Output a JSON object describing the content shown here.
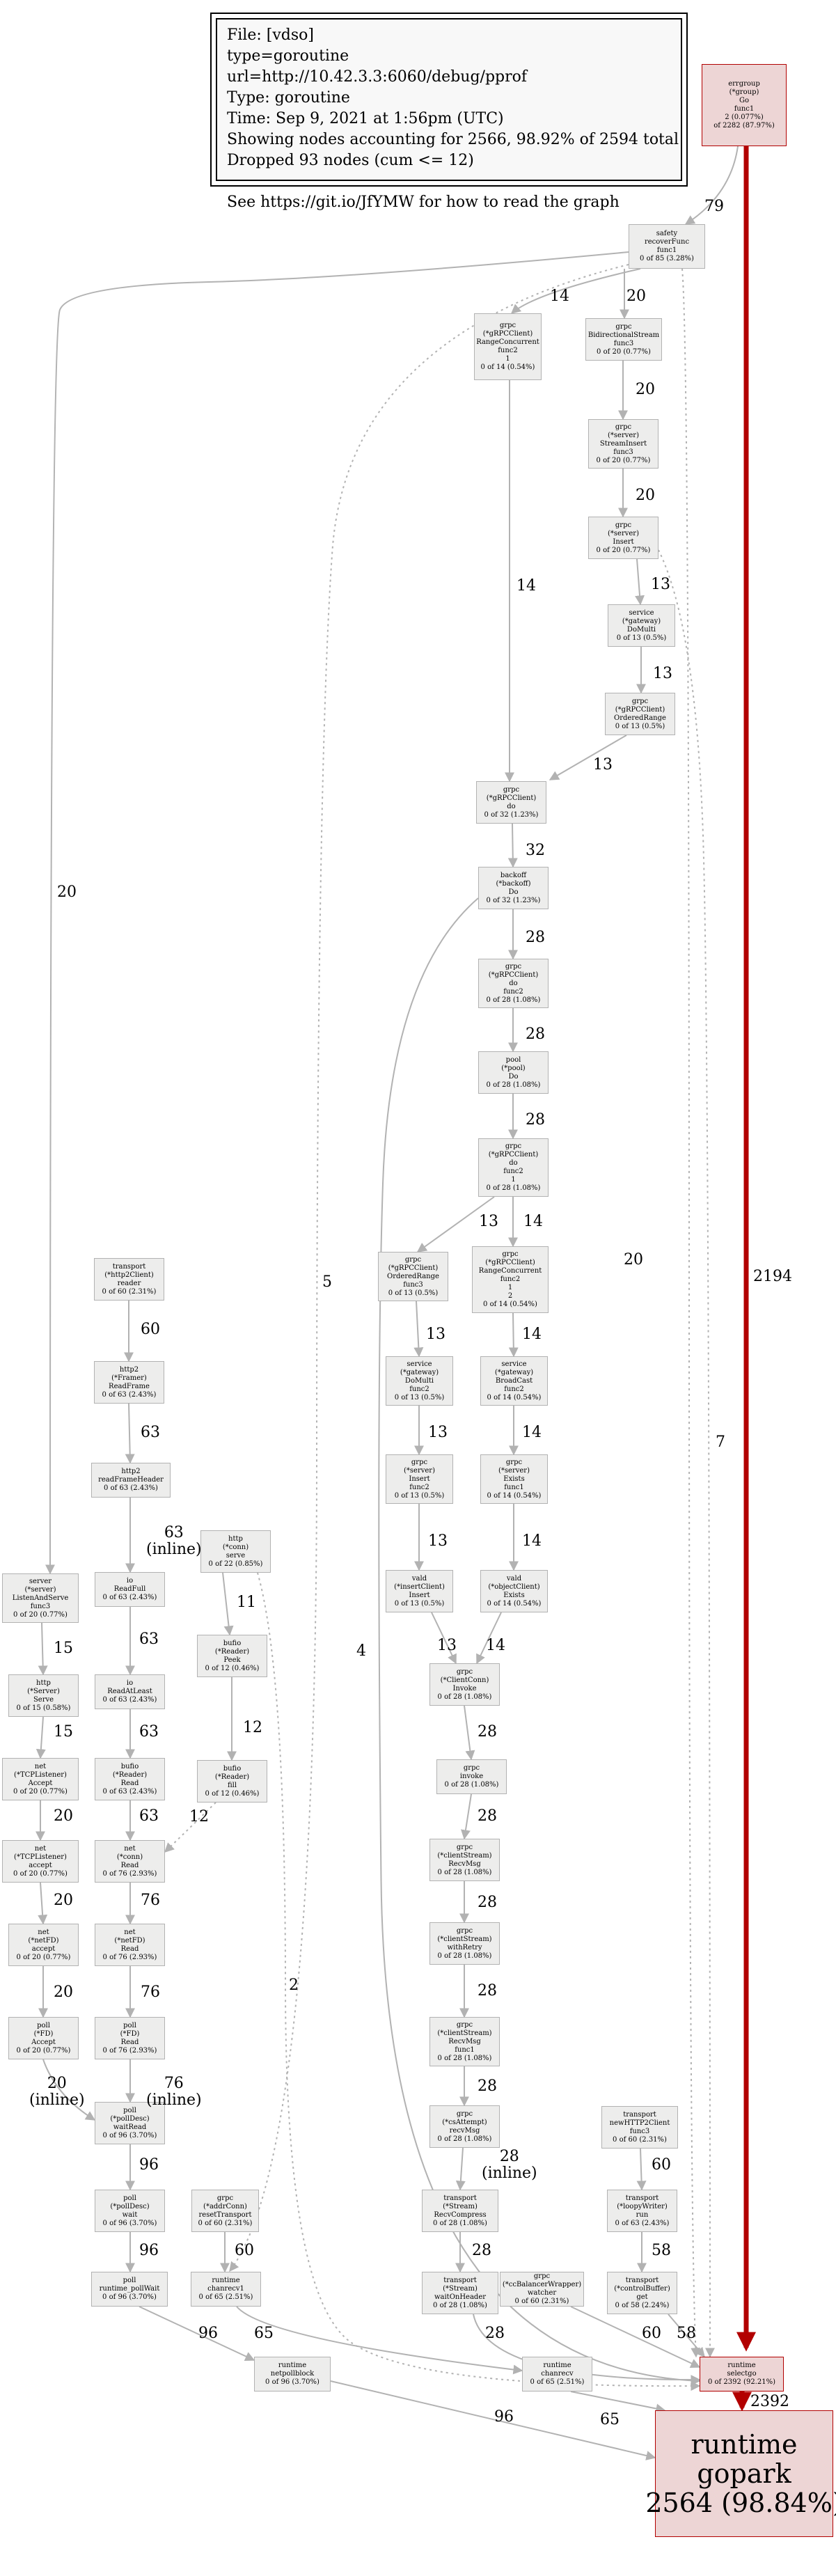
{
  "legend": {
    "lines": [
      "File: [vdso]",
      "type=goroutine",
      "url=http://10.42.3.3:6060/debug/pprof",
      "Type: goroutine",
      "Time: Sep 9, 2021 at 1:56pm (UTC)",
      "Showing nodes accounting for 2566, 98.92% of 2594 total",
      "Dropped 93 nodes (cum <= 12)",
      "",
      "See https://git.io/JfYMW for how to read the graph"
    ]
  },
  "colors": {
    "hot": "#b20000",
    "edge": "#b2b2b2",
    "node_fill": "#ededec",
    "hot_fill": "#edd5d5"
  },
  "nodes": [
    {
      "id": "errgroup",
      "lines": [
        "errgroup",
        "(*group)",
        "Go",
        "func1",
        "2 (0.077%)",
        "of 2282 (87.97%)"
      ],
      "hot": true
    },
    {
      "id": "safety",
      "lines": [
        "safety",
        "recoverFunc",
        "func1",
        "0 of 85 (3.28%)"
      ]
    },
    {
      "id": "grpc_rc_f2_1",
      "lines": [
        "grpc",
        "(*gRPCClient)",
        "RangeConcurrent",
        "func2",
        "1",
        "0 of 14 (0.54%)"
      ]
    },
    {
      "id": "grpc_bsf3",
      "lines": [
        "grpc",
        "BidirectionalStream",
        "func3",
        "0 of 20 (0.77%)"
      ]
    },
    {
      "id": "grpc_si_f3",
      "lines": [
        "grpc",
        "(*server)",
        "StreamInsert",
        "func3",
        "0 of 20 (0.77%)"
      ]
    },
    {
      "id": "grpc_insert",
      "lines": [
        "grpc",
        "(*server)",
        "Insert",
        "0 of 20 (0.77%)"
      ]
    },
    {
      "id": "svc_domulti1",
      "lines": [
        "service",
        "(*gateway)",
        "DoMulti",
        "0 of 13 (0.5%)"
      ]
    },
    {
      "id": "grpc_ordrange1",
      "lines": [
        "grpc",
        "(*gRPCClient)",
        "OrderedRange",
        "0 of 13 (0.5%)"
      ]
    },
    {
      "id": "grpc_do",
      "lines": [
        "grpc",
        "(*gRPCClient)",
        "do",
        "0 of 32 (1.23%)"
      ]
    },
    {
      "id": "backoff",
      "lines": [
        "backoff",
        "(*backoff)",
        "Do",
        "0 of 32 (1.23%)"
      ]
    },
    {
      "id": "grpc_do_f2",
      "lines": [
        "grpc",
        "(*gRPCClient)",
        "do",
        "func2",
        "0 of 28 (1.08%)"
      ]
    },
    {
      "id": "pool_do",
      "lines": [
        "pool",
        "(*pool)",
        "Do",
        "0 of 28 (1.08%)"
      ]
    },
    {
      "id": "grpc_do_f2_1",
      "lines": [
        "grpc",
        "(*gRPCClient)",
        "do",
        "func2",
        "1",
        "0 of 28 (1.08%)"
      ]
    },
    {
      "id": "grpc_ordrange_f3",
      "lines": [
        "grpc",
        "(*gRPCClient)",
        "OrderedRange",
        "func3",
        "0 of 13 (0.5%)"
      ]
    },
    {
      "id": "grpc_rc_f2_1_2",
      "lines": [
        "grpc",
        "(*gRPCClient)",
        "RangeConcurrent",
        "func2",
        "1",
        "2",
        "0 of 14 (0.54%)"
      ]
    },
    {
      "id": "svc_domulti_f2",
      "lines": [
        "service",
        "(*gateway)",
        "DoMulti",
        "func2",
        "0 of 13 (0.5%)"
      ]
    },
    {
      "id": "svc_broadcast",
      "lines": [
        "service",
        "(*gateway)",
        "BroadCast",
        "func2",
        "0 of 14 (0.54%)"
      ]
    },
    {
      "id": "grpc_insert_f2",
      "lines": [
        "grpc",
        "(*server)",
        "Insert",
        "func2",
        "0 of 13 (0.5%)"
      ]
    },
    {
      "id": "grpc_exists",
      "lines": [
        "grpc",
        "(*server)",
        "Exists",
        "func1",
        "0 of 14 (0.54%)"
      ]
    },
    {
      "id": "vald_insert",
      "lines": [
        "vald",
        "(*insertClient)",
        "Insert",
        "0 of 13 (0.5%)"
      ]
    },
    {
      "id": "vald_exists",
      "lines": [
        "vald",
        "(*objectClient)",
        "Exists",
        "0 of 14 (0.54%)"
      ]
    },
    {
      "id": "grpc_invoke_cc",
      "lines": [
        "grpc",
        "(*ClientConn)",
        "Invoke",
        "0 of 28 (1.08%)"
      ]
    },
    {
      "id": "grpc_invoke",
      "lines": [
        "grpc",
        "invoke",
        "0 of 28 (1.08%)"
      ]
    },
    {
      "id": "grpc_recvmsg",
      "lines": [
        "grpc",
        "(*clientStream)",
        "RecvMsg",
        "0 of 28 (1.08%)"
      ]
    },
    {
      "id": "grpc_withretry",
      "lines": [
        "grpc",
        "(*clientStream)",
        "withRetry",
        "0 of 28 (1.08%)"
      ]
    },
    {
      "id": "grpc_recvmsg_f1",
      "lines": [
        "grpc",
        "(*clientStream)",
        "RecvMsg",
        "func1",
        "0 of 28 (1.08%)"
      ]
    },
    {
      "id": "grpc_csattempt",
      "lines": [
        "grpc",
        "(*csAttempt)",
        "recvMsg",
        "0 of 28 (1.08%)"
      ]
    },
    {
      "id": "transport_recvcompress",
      "lines": [
        "transport",
        "(*Stream)",
        "RecvCompress",
        "0 of 28 (1.08%)"
      ]
    },
    {
      "id": "transport_waitonheader",
      "lines": [
        "transport",
        "(*Stream)",
        "waitOnHeader",
        "0 of 28 (1.08%)"
      ]
    },
    {
      "id": "transport_reader",
      "lines": [
        "transport",
        "(*http2Client)",
        "reader",
        "0 of 60 (2.31%)"
      ]
    },
    {
      "id": "http2_readframe",
      "lines": [
        "http2",
        "(*Framer)",
        "ReadFrame",
        "0 of 63 (2.43%)"
      ]
    },
    {
      "id": "http2_readframeheader",
      "lines": [
        "http2",
        "readFrameHeader",
        "0 of 63 (2.43%)"
      ]
    },
    {
      "id": "io_readfull",
      "lines": [
        "io",
        "ReadFull",
        "0 of 63 (2.43%)"
      ]
    },
    {
      "id": "io_readatleast",
      "lines": [
        "io",
        "ReadAtLeast",
        "0 of 63 (2.43%)"
      ]
    },
    {
      "id": "bufio_read",
      "lines": [
        "bufio",
        "(*Reader)",
        "Read",
        "0 of 63 (2.43%)"
      ]
    },
    {
      "id": "http_conn_serve",
      "lines": [
        "http",
        "(*conn)",
        "serve",
        "0 of 22 (0.85%)"
      ]
    },
    {
      "id": "bufio_peek",
      "lines": [
        "bufio",
        "(*Reader)",
        "Peek",
        "0 of 12 (0.46%)"
      ]
    },
    {
      "id": "bufio_fill",
      "lines": [
        "bufio",
        "(*Reader)",
        "fill",
        "0 of 12 (0.46%)"
      ]
    },
    {
      "id": "server_listenandserve",
      "lines": [
        "server",
        "(*server)",
        "ListenAndServe",
        "func3",
        "0 of 20 (0.77%)"
      ]
    },
    {
      "id": "http_serve",
      "lines": [
        "http",
        "(*Server)",
        "Serve",
        "0 of 15 (0.58%)"
      ]
    },
    {
      "id": "net_tcp_accept",
      "lines": [
        "net",
        "(*TCPListener)",
        "Accept",
        "0 of 20 (0.77%)"
      ]
    },
    {
      "id": "net_tcp_accept2",
      "lines": [
        "net",
        "(*TCPListener)",
        "accept",
        "0 of 20 (0.77%)"
      ]
    },
    {
      "id": "net_netfd_accept",
      "lines": [
        "net",
        "(*netFD)",
        "accept",
        "0 of 20 (0.77%)"
      ]
    },
    {
      "id": "poll_fd_accept",
      "lines": [
        "poll",
        "(*FD)",
        "Accept",
        "0 of 20 (0.77%)"
      ]
    },
    {
      "id": "net_conn_read",
      "lines": [
        "net",
        "(*conn)",
        "Read",
        "0 of 76 (2.93%)"
      ]
    },
    {
      "id": "net_netfd_read",
      "lines": [
        "net",
        "(*netFD)",
        "Read",
        "0 of 76 (2.93%)"
      ]
    },
    {
      "id": "poll_fd_read",
      "lines": [
        "poll",
        "(*FD)",
        "Read",
        "0 of 76 (2.93%)"
      ]
    },
    {
      "id": "poll_waitread",
      "lines": [
        "poll",
        "(*pollDesc)",
        "waitRead",
        "0 of 96 (3.70%)"
      ]
    },
    {
      "id": "poll_wait",
      "lines": [
        "poll",
        "(*pollDesc)",
        "wait",
        "0 of 96 (3.70%)"
      ]
    },
    {
      "id": "poll_runtime_pollwait",
      "lines": [
        "poll",
        "runtime_pollWait",
        "0 of 96 (3.70%)"
      ]
    },
    {
      "id": "grpc_resettransport",
      "lines": [
        "grpc",
        "(*addrConn)",
        "resetTransport",
        "0 of 60 (2.31%)"
      ]
    },
    {
      "id": "runtime_chanrecv1",
      "lines": [
        "runtime",
        "chanrecv1",
        "0 of 65 (2.51%)"
      ]
    },
    {
      "id": "runtime_netpollblock",
      "lines": [
        "runtime",
        "netpollblock",
        "0 of 96 (3.70%)"
      ]
    },
    {
      "id": "runtime_chanrecv",
      "lines": [
        "runtime",
        "chanrecv",
        "0 of 65 (2.51%)"
      ]
    },
    {
      "id": "transport_newhttp2client",
      "lines": [
        "transport",
        "newHTTP2Client",
        "func3",
        "0 of 60 (2.31%)"
      ]
    },
    {
      "id": "transport_loopywriter",
      "lines": [
        "transport",
        "(*loopyWriter)",
        "run",
        "0 of 63 (2.43%)"
      ]
    },
    {
      "id": "grpc_ccbw_watcher",
      "lines": [
        "grpc",
        "(*ccBalancerWrapper)",
        "watcher",
        "0 of 60 (2.31%)"
      ]
    },
    {
      "id": "transport_controlbuffer",
      "lines": [
        "transport",
        "(*controlBuffer)",
        "get",
        "0 of 58 (2.24%)"
      ]
    },
    {
      "id": "runtime_selectgo",
      "lines": [
        "runtime",
        "selectgo",
        "0 of 2392 (92.21%)"
      ],
      "hot": true
    },
    {
      "id": "runtime_gopark",
      "lines": [
        "runtime",
        "gopark",
        "2564 (98.84%)"
      ],
      "big": true
    }
  ],
  "edges": [
    {
      "from": "errgroup",
      "to": "safety",
      "label": "79"
    },
    {
      "from": "errgroup",
      "to": "runtime_selectgo",
      "label": "2194",
      "hot": true
    },
    {
      "from": "safety",
      "to": "grpc_rc_f2_1",
      "label": "14"
    },
    {
      "from": "safety",
      "to": "grpc_bsf3",
      "label": "20"
    },
    {
      "from": "safety",
      "to": "server_listenandserve",
      "label": "20"
    },
    {
      "from": "safety",
      "to": "runtime_chanrecv1",
      "label": "5",
      "dotted": true
    },
    {
      "from": "safety",
      "to": "runtime_selectgo",
      "label": "20",
      "dotted": true
    },
    {
      "from": "grpc_bsf3",
      "to": "grpc_si_f3",
      "label": "20"
    },
    {
      "from": "grpc_si_f3",
      "to": "grpc_insert",
      "label": "20"
    },
    {
      "from": "grpc_insert",
      "to": "svc_domulti1",
      "label": "13"
    },
    {
      "from": "grpc_insert",
      "to": "runtime_selectgo",
      "label": "7",
      "dotted": true
    },
    {
      "from": "svc_domulti1",
      "to": "grpc_ordrange1",
      "label": "13"
    },
    {
      "from": "grpc_ordrange1",
      "to": "grpc_do",
      "label": "13"
    },
    {
      "from": "grpc_rc_f2_1",
      "to": "grpc_do",
      "label": "14"
    },
    {
      "from": "grpc_do",
      "to": "backoff",
      "label": "32"
    },
    {
      "from": "backoff",
      "to": "grpc_do_f2",
      "label": "28"
    },
    {
      "from": "backoff",
      "to": "runtime_selectgo",
      "label": "4"
    },
    {
      "from": "grpc_do_f2",
      "to": "pool_do",
      "label": "28"
    },
    {
      "from": "pool_do",
      "to": "grpc_do_f2_1",
      "label": "28"
    },
    {
      "from": "grpc_do_f2_1",
      "to": "grpc_ordrange_f3",
      "label": "13"
    },
    {
      "from": "grpc_do_f2_1",
      "to": "grpc_rc_f2_1_2",
      "label": "14"
    },
    {
      "from": "grpc_ordrange_f3",
      "to": "svc_domulti_f2",
      "label": "13"
    },
    {
      "from": "grpc_rc_f2_1_2",
      "to": "svc_broadcast",
      "label": "14"
    },
    {
      "from": "svc_domulti_f2",
      "to": "grpc_insert_f2",
      "label": "13"
    },
    {
      "from": "svc_broadcast",
      "to": "grpc_exists",
      "label": "14"
    },
    {
      "from": "grpc_insert_f2",
      "to": "vald_insert",
      "label": "13"
    },
    {
      "from": "grpc_exists",
      "to": "vald_exists",
      "label": "14"
    },
    {
      "from": "vald_insert",
      "to": "grpc_invoke_cc",
      "label": "13"
    },
    {
      "from": "vald_exists",
      "to": "grpc_invoke_cc",
      "label": "14"
    },
    {
      "from": "grpc_invoke_cc",
      "to": "grpc_invoke",
      "label": "28"
    },
    {
      "from": "grpc_invoke",
      "to": "grpc_recvmsg",
      "label": "28"
    },
    {
      "from": "grpc_recvmsg",
      "to": "grpc_withretry",
      "label": "28"
    },
    {
      "from": "grpc_withretry",
      "to": "grpc_recvmsg_f1",
      "label": "28"
    },
    {
      "from": "grpc_recvmsg_f1",
      "to": "grpc_csattempt",
      "label": "28"
    },
    {
      "from": "grpc_csattempt",
      "to": "transport_recvcompress",
      "label": "28",
      "sub": "(inline)"
    },
    {
      "from": "transport_recvcompress",
      "to": "transport_waitonheader",
      "label": "28"
    },
    {
      "from": "transport_waitonheader",
      "to": "runtime_selectgo",
      "label": "28"
    },
    {
      "from": "transport_reader",
      "to": "http2_readframe",
      "label": "60"
    },
    {
      "from": "http2_readframe",
      "to": "http2_readframeheader",
      "label": "63"
    },
    {
      "from": "http2_readframeheader",
      "to": "io_readfull",
      "label": "63",
      "sub": "(inline)"
    },
    {
      "from": "io_readfull",
      "to": "io_readatleast",
      "label": "63"
    },
    {
      "from": "io_readatleast",
      "to": "bufio_read",
      "label": "63"
    },
    {
      "from": "bufio_read",
      "to": "net_conn_read",
      "label": "63"
    },
    {
      "from": "http_conn_serve",
      "to": "bufio_peek",
      "label": "11"
    },
    {
      "from": "http_conn_serve",
      "to": "runtime_selectgo",
      "label": "2",
      "dotted": true
    },
    {
      "from": "bufio_peek",
      "to": "bufio_fill",
      "label": "12"
    },
    {
      "from": "bufio_fill",
      "to": "net_conn_read",
      "label": "12",
      "dotted": true
    },
    {
      "from": "server_listenandserve",
      "to": "http_serve",
      "label": "15"
    },
    {
      "from": "http_serve",
      "to": "net_tcp_accept",
      "label": "15"
    },
    {
      "from": "net_tcp_accept",
      "to": "net_tcp_accept2",
      "label": "20"
    },
    {
      "from": "net_tcp_accept2",
      "to": "net_netfd_accept",
      "label": "20"
    },
    {
      "from": "net_netfd_accept",
      "to": "poll_fd_accept",
      "label": "20"
    },
    {
      "from": "poll_fd_accept",
      "to": "poll_waitread",
      "label": "20",
      "sub": "(inline)"
    },
    {
      "from": "net_conn_read",
      "to": "net_netfd_read",
      "label": "76"
    },
    {
      "from": "net_netfd_read",
      "to": "poll_fd_read",
      "label": "76"
    },
    {
      "from": "poll_fd_read",
      "to": "poll_waitread",
      "label": "76",
      "sub": "(inline)"
    },
    {
      "from": "poll_waitread",
      "to": "poll_wait",
      "label": "96"
    },
    {
      "from": "poll_wait",
      "to": "poll_runtime_pollwait",
      "label": "96"
    },
    {
      "from": "poll_runtime_pollwait",
      "to": "runtime_netpollblock",
      "label": "96"
    },
    {
      "from": "grpc_resettransport",
      "to": "runtime_chanrecv1",
      "label": "60"
    },
    {
      "from": "runtime_chanrecv1",
      "to": "runtime_chanrecv",
      "label": "65"
    },
    {
      "from": "runtime_netpollblock",
      "to": "runtime_gopark",
      "label": "96"
    },
    {
      "from": "runtime_chanrecv",
      "to": "runtime_gopark",
      "label": "65"
    },
    {
      "from": "transport_newhttp2client",
      "to": "transport_loopywriter",
      "label": "60"
    },
    {
      "from": "transport_loopywriter",
      "to": "transport_controlbuffer",
      "label": "58"
    },
    {
      "from": "grpc_ccbw_watcher",
      "to": "runtime_selectgo",
      "label": "60"
    },
    {
      "from": "transport_controlbuffer",
      "to": "runtime_selectgo",
      "label": "58"
    },
    {
      "from": "runtime_selectgo",
      "to": "runtime_gopark",
      "label": "2392",
      "hot": true
    }
  ]
}
